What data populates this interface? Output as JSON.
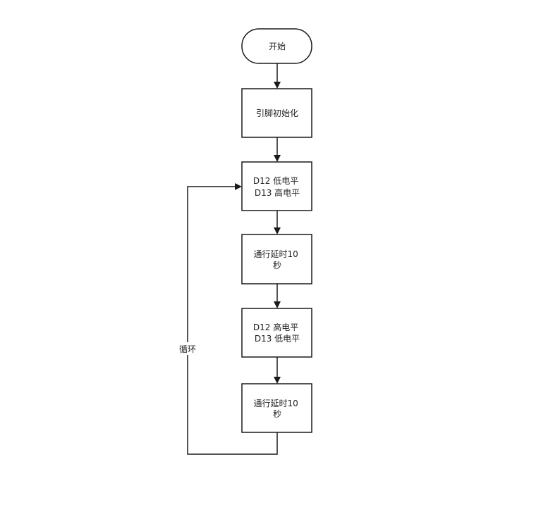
{
  "nodes": [
    {
      "id": "start",
      "shape": "terminal",
      "lines": [
        "开始"
      ]
    },
    {
      "id": "init",
      "shape": "process",
      "lines": [
        "引脚初始化"
      ]
    },
    {
      "id": "set1",
      "shape": "process",
      "lines": [
        "D12 低电平",
        "D13 高电平"
      ]
    },
    {
      "id": "delay1",
      "shape": "process",
      "lines": [
        "通行延时10",
        "秒"
      ]
    },
    {
      "id": "set2",
      "shape": "process",
      "lines": [
        "D12 高电平",
        "D13 低电平"
      ]
    },
    {
      "id": "delay2",
      "shape": "process",
      "lines": [
        "通行延时10",
        "秒"
      ]
    }
  ],
  "edges": [
    {
      "from": "start",
      "to": "init"
    },
    {
      "from": "init",
      "to": "set1"
    },
    {
      "from": "set1",
      "to": "delay1"
    },
    {
      "from": "delay1",
      "to": "set2"
    },
    {
      "from": "set2",
      "to": "delay2"
    },
    {
      "from": "delay2",
      "to": "set1",
      "label": "循环"
    }
  ],
  "colors": {
    "stroke": "#1a1a1a",
    "fill": "#ffffff",
    "text": "#1f1f1f"
  }
}
